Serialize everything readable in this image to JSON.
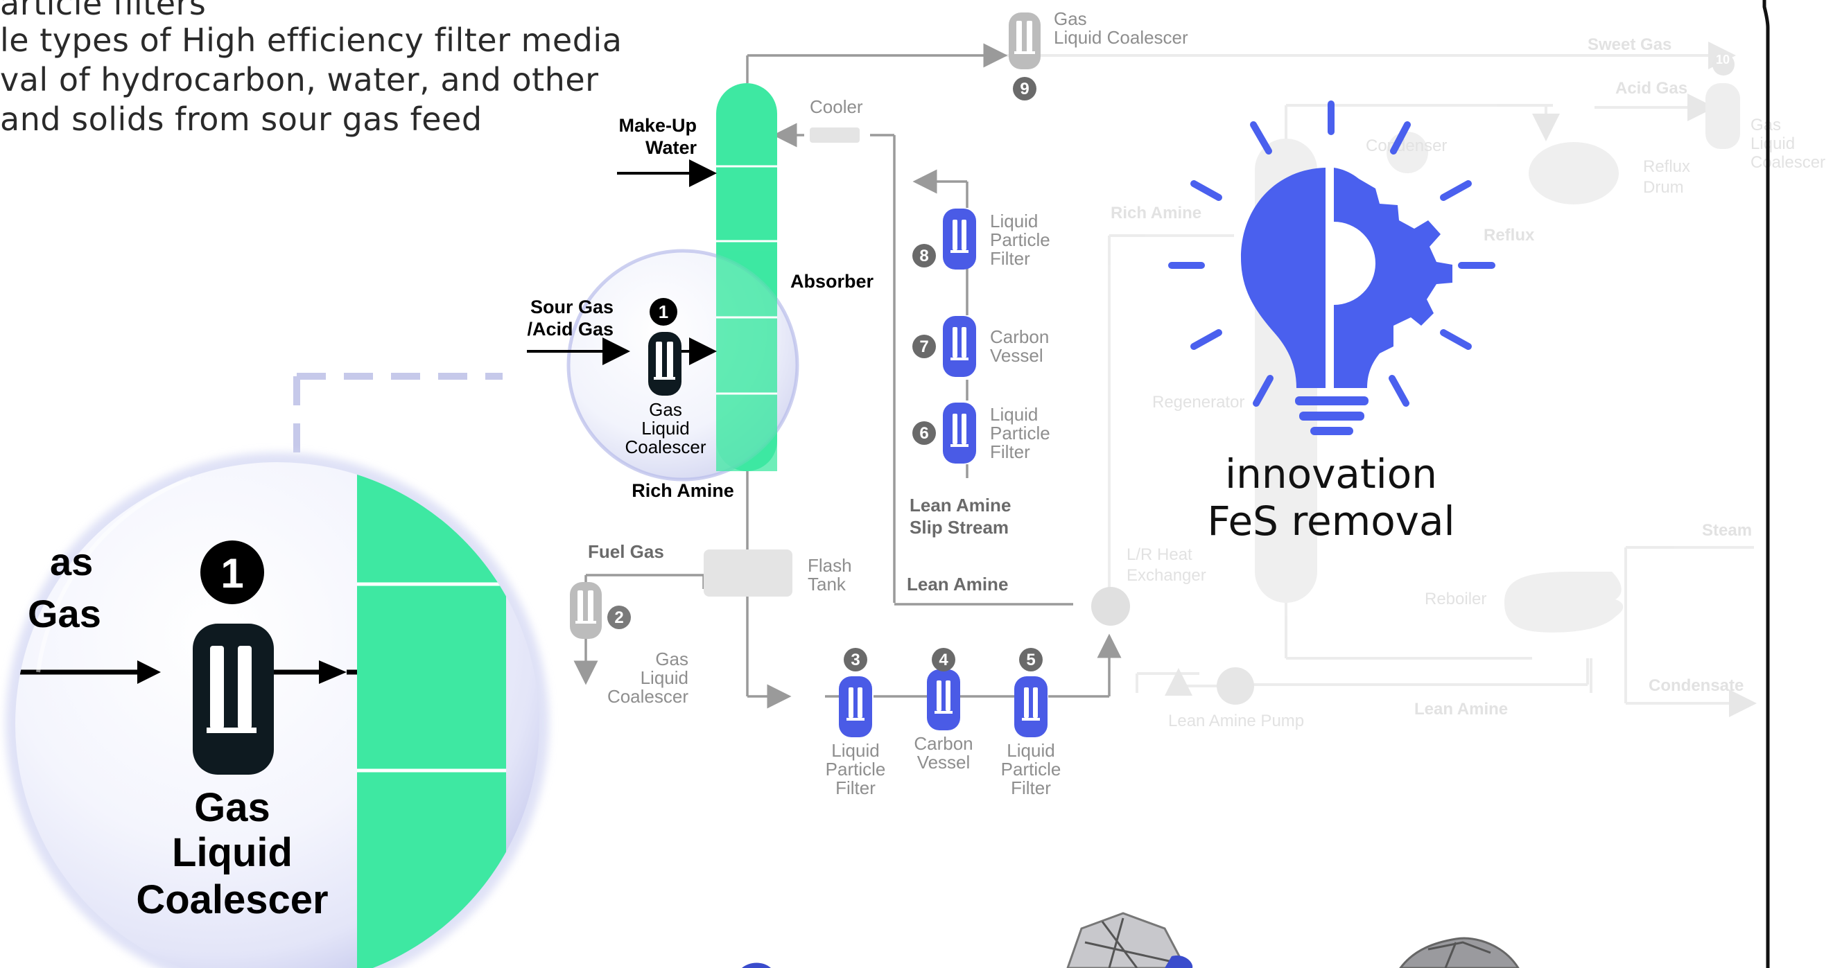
{
  "intro": {
    "line1": "article filters",
    "line2": "le types of High efficiency filter media",
    "line3": "val of hydrocarbon, water, and other",
    "line4": " and solids from sour gas feed"
  },
  "labels": {
    "makeup_water": [
      "Make-Up",
      "Water"
    ],
    "sour_gas": [
      "Sour Gas",
      "/Acid Gas"
    ],
    "absorber": "Absorber",
    "rich_amine": "Rich Amine",
    "cooler": "Cooler",
    "gas_liquid_coalescer": [
      "Gas",
      "Liquid",
      "Coalescer"
    ],
    "gas_liquid_coalescer_top": [
      "Gas",
      "Liquid Coalescer"
    ],
    "liquid_particle_filter": [
      "Liquid",
      "Particle",
      "Filter"
    ],
    "carbon_vessel": [
      "Carbon",
      "Vessel"
    ],
    "lean_amine_slip": [
      "Lean Amine",
      "Slip Stream"
    ],
    "lean_amine": "Lean Amine",
    "fuel_gas": "Fuel Gas",
    "flash_tank": [
      "Flash",
      "Tank"
    ],
    "zoom_gas_frag": [
      "as",
      "Gas"
    ],
    "background": {
      "sweet_gas": "Sweet Gas",
      "acid_gas": "Acid Gas",
      "condenser": "Condenser",
      "reflux_drum": [
        "Reflux",
        "Drum"
      ],
      "reflux": "Reflux",
      "rich_amine_bg": "Rich Amine",
      "regenerator": "Regenerator",
      "lr_heat_exchanger": [
        "L/R Heat",
        "Exchanger"
      ],
      "reboiler": "Reboiler",
      "steam": "Steam",
      "condensate": "Condensate",
      "lean_amine_pump": "Lean Amine Pump",
      "lean_amine_bg": "Lean Amine",
      "bg_coalescer": [
        "Gas",
        "Liquid",
        "Coalescer"
      ]
    }
  },
  "markers": {
    "m1": "1",
    "m2": "2",
    "m3": "3",
    "m4": "4",
    "m5": "5",
    "m6": "6",
    "m7": "7",
    "m8": "8",
    "m9": "9",
    "m10": "10"
  },
  "innovation": {
    "line1": "innovation",
    "line2": "FeS removal"
  },
  "colors": {
    "absorber_green": "#3ee8a2",
    "filter_blue": "#4a5be6",
    "dark_vessel": "#0e1a20",
    "gray_vessel": "#bcbcbc",
    "line_gray": "#9a9a9a",
    "bg_gray": "#e8e8e8",
    "icon_blue": "#4a60ee",
    "lens_glow": "#c9ccee",
    "dash_lavender": "#c6c9ea"
  },
  "icons": {
    "bulb": "lightbulb-gear-icon",
    "filter": "filter-vessel-icon",
    "marker": "numbered-circle-icon"
  }
}
